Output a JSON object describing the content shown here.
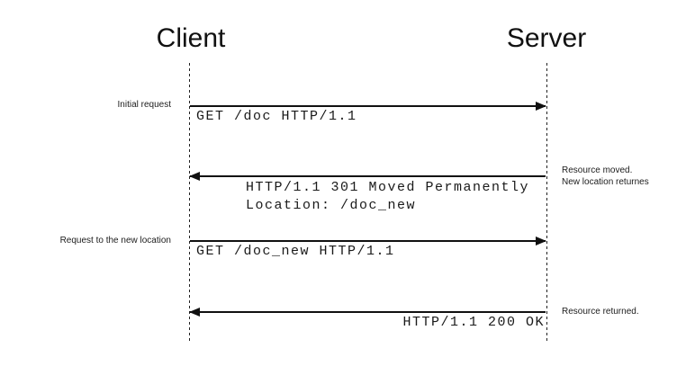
{
  "diagram": {
    "type": "sequence-diagram",
    "topic": "HTTP 301 redirect flow",
    "colors": {
      "line": "#111111",
      "text": "#1a1a1a"
    },
    "participants": {
      "client": {
        "label": "Client"
      },
      "server": {
        "label": "Server"
      }
    },
    "messages": [
      {
        "from": "client",
        "to": "server",
        "text": "GET /doc HTTP/1.1",
        "annotation": "Initial request",
        "annotation_side": "left"
      },
      {
        "from": "server",
        "to": "client",
        "text": "HTTP/1.1 301 Moved Permanently",
        "text2": "Location: /doc_new",
        "annotation": "Resource moved.",
        "annotation2": "New location returnes",
        "annotation_side": "right"
      },
      {
        "from": "client",
        "to": "server",
        "text": "GET /doc_new HTTP/1.1",
        "annotation": "Request to the new location",
        "annotation_side": "left"
      },
      {
        "from": "server",
        "to": "client",
        "text": "HTTP/1.1 200 OK",
        "annotation": "Resource returned.",
        "annotation_side": "right"
      }
    ]
  }
}
